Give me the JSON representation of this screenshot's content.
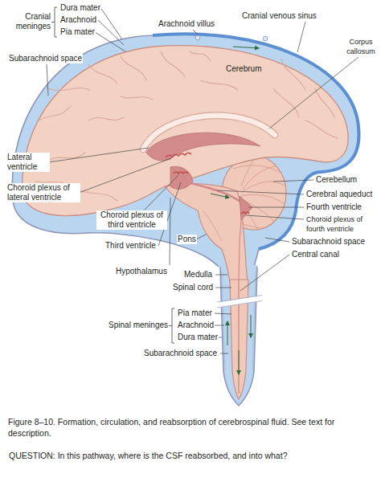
{
  "diagram": {
    "caption": "Figure 8–10. Formation, circulation, and reabsorption of cerebrospinal fluid. See text for description.",
    "labels": [
      "Cranial meninges",
      "Dura mater",
      "Arachnoid",
      "Pia mater",
      "Arachnoid villus",
      "Cranial venous sinus",
      "Subarachnoid space",
      "Cerebrum",
      "Corpus callosum",
      "Lateral ventricle",
      "Choroid plexus of lateral ventricle",
      "Cerebellum",
      "Cerebral aqueduct",
      "Choroid plexus of third ventricle",
      "Fourth ventricle",
      "Choroid plexus of fourth ventricle",
      "Third ventricle",
      "Pons",
      "Subarachnoid space",
      "Hypothalamus",
      "Central canal",
      "Medulla",
      "Spinal cord",
      "Pia mater",
      "Spinal meninges",
      "Arachnoid",
      "Dura mater",
      "Subarachnoid space",
      "QUESTION: In this pathway, where is the CSF reabsorbed, and into what?"
    ]
  }
}
